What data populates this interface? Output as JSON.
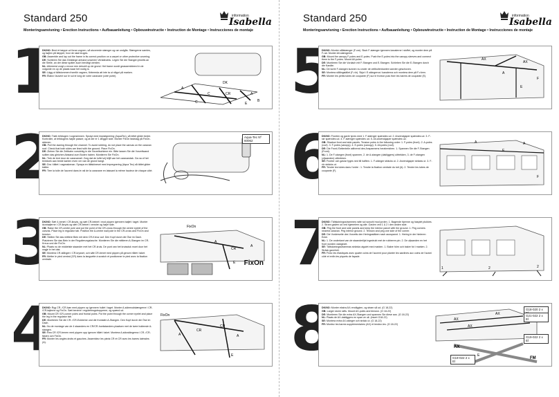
{
  "doc": {
    "title": "Standard 250",
    "subtitle": "Monteringsanvisning • Erection Instructions • Aufbauanleitung • Opbouwinstructie • Instruction de Montage • Instrucciones de montaje",
    "logo_info": "information",
    "logo_brand": "Isabella"
  },
  "steps": [
    {
      "number": "1",
      "paragraphs": [
        {
          "lang": "DK/NO:",
          "text": "Bred et tæppe ud foran vognen, så stoverede stænger og rør undgås. Stængerne samles, og bøjlen på tæppet, hvor de skal bruges."
        },
        {
          "lang": "GB:",
          "text": "Assemble and lay out the frame in its correct position on a carpet or other protective covering."
        },
        {
          "lang": "DE:",
          "text": "Sortieren Sie das Gestänge anhand unserem Verständnis. Legen Sie die Stangen jeweils an die Stelle, an der diese später auch benötigt werden."
        },
        {
          "lang": "NL:",
          "text": "Allereerst zorgt u ervoor een dekzeil op de grond. Het frame wordt geassembleerd in de volgorde en op de plaats waar het nodig is."
        },
        {
          "lang": "SE:",
          "text": "Lägg ut tältstommen framför vagnen, förbereda att inte ta ut något på marken."
        },
        {
          "lang": "FR:",
          "text": "Étalez l'auvent sur le sol le long de votre caravane (côté porte)."
        }
      ],
      "labels": [
        "DK",
        "A",
        "A",
        "C",
        "CR",
        "B",
        "C",
        "E"
      ]
    },
    {
      "number": "2",
      "badge": "Aqua-Tec Nº 60062",
      "paragraphs": [
        {
          "lang": "DK/NO:",
          "text": "Træk teltdugen i vognskinnen. Sprayt med imprægnering (AquaTec), så teltet glider bedre. Kontroller, at teltdugens højde passer, og at der er 1 lægger side. Monter FixOn faststag på FixOn-skinnen."
        },
        {
          "lang": "GB:",
          "text": "Pull the awning through the channel. To avoid rubbing, do not place the canvas on the caravan roof. Check that both sides are lined with the ground. Place FixOn."
        },
        {
          "lang": "DE:",
          "text": "Ziehen Sie die Zeltbahn vorsichtig in die Vorzeltschiene ein. Bitte lassen Sie die Vorzeltwand sollten das gleichen Abstand zum Boden haben. Montieren Sie FixOn."
        },
        {
          "lang": "NL:",
          "text": "Trek de tent door de caravanrail. Zorg dat de luifel vrij blijft van het caravandak. Ga na of het tentdoek aan beide kanten even ver van de grond hangt."
        },
        {
          "lang": "SE:",
          "text": "Dra i tältet i vagnsskenan. Spraya en tältskineset med impregnering (Aqua Tec) så tältet glider bättre."
        },
        {
          "lang": "FR:",
          "text": "Tirer la toile de l'auvent dans le rail de la caravane en laissant la même hauteur de chaque côté."
        }
      ]
    },
    {
      "number": "3",
      "badge": "FixOn",
      "paragraphs": [
        {
          "lang": "DK/NO:",
          "text": "Sæt 4-benet i CR-ikryds, og sæt CR-beinet i mod pippen igennem bøjlet i taget. Monter ikonbøjlerne i CR-ikryds og sæt CR-beinet i venstre og højre side."
        },
        {
          "lang": "GB:",
          "text": "Raise the CR-centre pole and put the point of the CR-cross through the centre eyelet of the canvas. Place leg in regulator tab. Position the A-centre wall pole in the CR-cross and FixOn and tension."
        },
        {
          "lang": "DE:",
          "text": "Stellen Sie das mittlere Bein mit dem CR-Kreuz auf. Den Kopf durch die Öse im Dach. Platzieren Sie das Bein in der Regulierungslasche. Montieren Sie die mittleren A-Stangen im CR-Kreuz und die FixOn."
        },
        {
          "lang": "NL:",
          "text": "Plaats nu de middelste staander met het CR-kruis. De punt van het kruisstuk moet door het oogje in het dak."
        },
        {
          "lang": "SE:",
          "text": "Montera CR-stången i CR-krysset, och sätt CR-benet med pippen på genom hålet i taket."
        },
        {
          "lang": "FR:",
          "text": "Mettre le pied central (CR) dans la languette à scratch et positionner le pied avec la fixation centrale."
        }
      ],
      "labels": [
        "FixOn",
        "A",
        "CR",
        "A",
        "E"
      ]
    },
    {
      "number": "4",
      "paragraphs": [
        {
          "lang": "DK/NO:",
          "text": "Ryg CR- /CR-bøn med pippen op igennem hullet i taget. Monter A-sidemodstængerne i CR- /CR-føjlerne og FixOn. Sæt benene i regulerinsgstropperne, og spænd ud."
        },
        {
          "lang": "GB:",
          "text": "Mount CR /CR-corner poles and frontal poles. Put the point through the corner eyelet and place the leg in the regulator tab."
        },
        {
          "lang": "DE:",
          "text": "Montieren Sie die CR- /CR-Eckbeine und die frontalen A-Stangen. Den Kopf durch die Öse im Dach."
        },
        {
          "lang": "NL:",
          "text": "Nu de montage van de 4 staanders en CR/CR-hoekstanders plaatsen met de twee buitenste A-stangen."
        },
        {
          "lang": "SE:",
          "text": "Rea CR /CR-benen med pippen upp igenom hålet i taket. Montera A-sidostängerna i CR- /CR-fästen och FixOn."
        },
        {
          "lang": "FR:",
          "text": "Monter les angles droits et gauches. Assemblez les pieds CR et CR avec les barres latérales (A)."
        }
      ],
      "labels": [
        "FixOn",
        "A",
        "CR",
        "A",
        "CR",
        "E"
      ]
    },
    {
      "number": "5",
      "paragraphs": [
        {
          "lang": "DK/NO:",
          "text": "Monter stålstænger (F-rør). Skub F-stænger igennem kanalerne i stoffet, og monter dem på F-rør. Monter All-stængerne."
        },
        {
          "lang": "GB:",
          "text": "Mount the canopy F-poles and E-poles. Push the E-poles into the canopy sleeves and connect them to the F-poles. Mount All-poles."
        },
        {
          "lang": "DE:",
          "text": "Montieren Sie die Vordach mit F-Stangen und E-Stangen. Schieben Sie die E-Stangen durch die Kanäle."
        },
        {
          "lang": "NL:",
          "text": "De korte F-stangen kunnen nu onder de zeilbuitenkanten worden geschoven."
        },
        {
          "lang": "SE:",
          "text": "Montera stålingstället (F-rör). Skjut i E-stängerna i kanalerna och montera dem på F-rören."
        },
        {
          "lang": "FR:",
          "text": "Monter les petits tubes de coupante (F) sur le fronton puis fixer les barres de coupante (E)."
        }
      ],
      "labels": [
        "AX",
        "AX",
        "A",
        "F",
        "E"
      ]
    },
    {
      "number": "6",
      "paragraphs": [
        {
          "lang": "DK/NO:",
          "text": "Fronten og gavle lynes med 1. F-stænger spændes ud. 2. Anvendgaper spændes ud. 3. F-rør spændes ud. 4. F-stænger spændes ud. 5. All-anvendgaper spændes ud."
        },
        {
          "lang": "GB:",
          "text": "Shadow front and side panels. Tension poles in the following order: 1. F-poles (front). 2. A-poles (roof). 3. F-poles (canopy). 4. E-poles (canopy). 5. All-poles (roof)."
        },
        {
          "lang": "DE:",
          "text": "Die Front-/Seitenteile während des Anspannens herabreichen. 1. Spannen Sie die F-Stangen (Front)."
        },
        {
          "lang": "NL:",
          "text": "1. De F-stangen (front) spannen, 2. de A-stangen (dakliggers) uittrekken, 3. de F-stangen (zijwanden) uittrekken."
        },
        {
          "lang": "SE:",
          "text": "Fronter och gavlar fyges ned till halften. 1. F-stänger sträcks ut. 2. Anvendgaper sträcks ut. 3. F-rör sträcks ut."
        },
        {
          "lang": "FR:",
          "text": "Tendre les tubes dans l'ordre : 1. Tendre la fixation centrale du toit (A). 2. Tendre les tubes de coupante (F)."
        }
      ],
      "labels": [
        "A",
        "A",
        "E",
        "F"
      ]
    },
    {
      "number": "7",
      "paragraphs": [
        {
          "lang": "DK/NO:",
          "text": "Tältslutningsstrammes ratte sol sowohl mod jorden. 1. Bagende tipenne og hasplet plukkes. 2. Stram gavlen ud ved hjørnelem og alle. Gavlen ved 1 & 2 i den anden side."
        },
        {
          "lang": "GB:",
          "text": "Peg the front and side panels and keep the interior parcel with the ground. 1. Peg corners nearest caravan. Peg interior ground. 2. Tension and peg one side of the corner."
        },
        {
          "lang": "DE:",
          "text": "Die Vorderseite des Vorzelts den Heringsstäben nach ausspannt. 1. Hering in der hinteren Ecke."
        },
        {
          "lang": "NL:",
          "text": "1. De onderkant van de staanderlijst ingedrukt met de rubberen pin. 2. De zijwanden en het front worden vastgezet."
        },
        {
          "lang": "SE:",
          "text": "Tältslutningsstrammas stränka utgulet med marken. 1. Bakre hörn och bakre fot i marken. 2. Sträck gavelnöl."
        },
        {
          "lang": "FR:",
          "text": "Fixez les élastiques avec quatre coins de l'auvent pour planter les sardines aux coins de l'avant côté et enfin les piquets de façade."
        }
      ],
      "labels": [
        "1",
        "2",
        "2"
      ]
    },
    {
      "number": "8",
      "badges": [
        "G18-020 2 x El",
        "G21-022 2 x El",
        "G19-022 2 x El",
        "G19-022 2 x El"
      ],
      "paragraphs": [
        {
          "lang": "DK/NO:",
          "text": "Monter ekstra AX-rendlygten, og stram så ud. (G 18-22)"
        },
        {
          "lang": "GB:",
          "text": "Larger storm rafts. Mount AX-poles and tension. (G 18-22)"
        },
        {
          "lang": "DE:",
          "text": "Montieren Sie die extra AX-Stangen und spannen Sie diese aus. (G 18-22)"
        },
        {
          "lang": "NL:",
          "text": "Plaats de AX-dakliggers en span ze uit. (insert G18-22)"
        },
        {
          "lang": "SE:",
          "text": "Montera extra AX-stänger och sträck ut. (G 18-22)"
        },
        {
          "lang": "FR:",
          "text": "Montez les barres supplémentaires (AX) et tendez-les. (G 18-22)"
        }
      ],
      "labels": [
        "AX",
        "AX",
        "AX",
        "AX",
        "E",
        "FM"
      ]
    }
  ]
}
